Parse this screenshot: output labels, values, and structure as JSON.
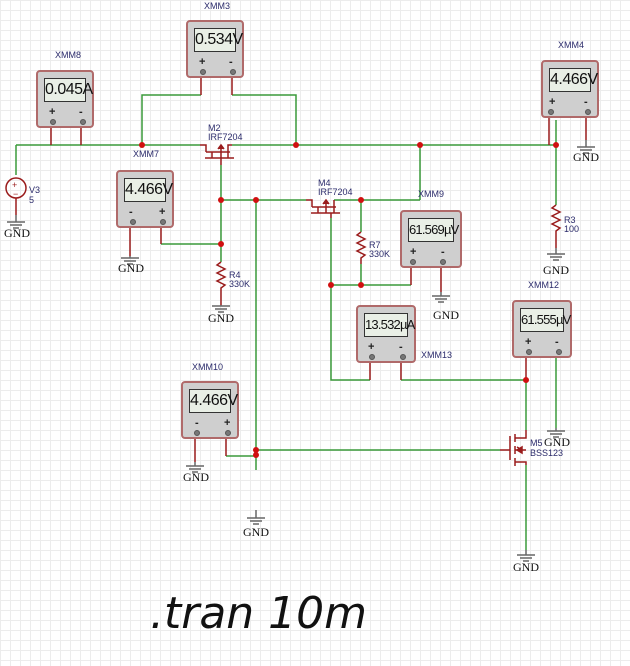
{
  "colors": {
    "wire": "#3a9a3a",
    "component": "#9a1c1c",
    "junction": "#d01010",
    "label": "#2b2b6b"
  },
  "meters": [
    {
      "id": "XMM8",
      "reading": "0.045A",
      "left_pin": "+",
      "right_pin": "-"
    },
    {
      "id": "XMM3",
      "reading": "0.534V",
      "left_pin": "+",
      "right_pin": "-"
    },
    {
      "id": "XMM4",
      "reading": "4.466V",
      "left_pin": "+",
      "right_pin": "-"
    },
    {
      "id": "XMM7",
      "reading": "4.466V",
      "left_pin": "-",
      "right_pin": "+"
    },
    {
      "id": "XMM9",
      "reading": "61.569µV",
      "left_pin": "+",
      "right_pin": "-"
    },
    {
      "id": "XMM13",
      "reading": "13.532µA",
      "left_pin": "+",
      "right_pin": "-"
    },
    {
      "id": "XMM12",
      "reading": "61.555µV",
      "left_pin": "+",
      "right_pin": "-"
    },
    {
      "id": "XMM10",
      "reading": "4.466V",
      "left_pin": "-",
      "right_pin": "+"
    }
  ],
  "components": {
    "v3": {
      "name": "V3",
      "value": "5"
    },
    "m2": {
      "name": "M2",
      "model": "IRF7204"
    },
    "m4": {
      "name": "M4",
      "model": "IRF7204"
    },
    "m5": {
      "name": "M5",
      "model": "BSS123"
    },
    "r3": {
      "name": "R3",
      "value": "100"
    },
    "r4": {
      "name": "R4",
      "value": "330K"
    },
    "r7": {
      "name": "R7",
      "value": "330K"
    }
  },
  "ground_label": "GND",
  "directive": ".tran 10m"
}
